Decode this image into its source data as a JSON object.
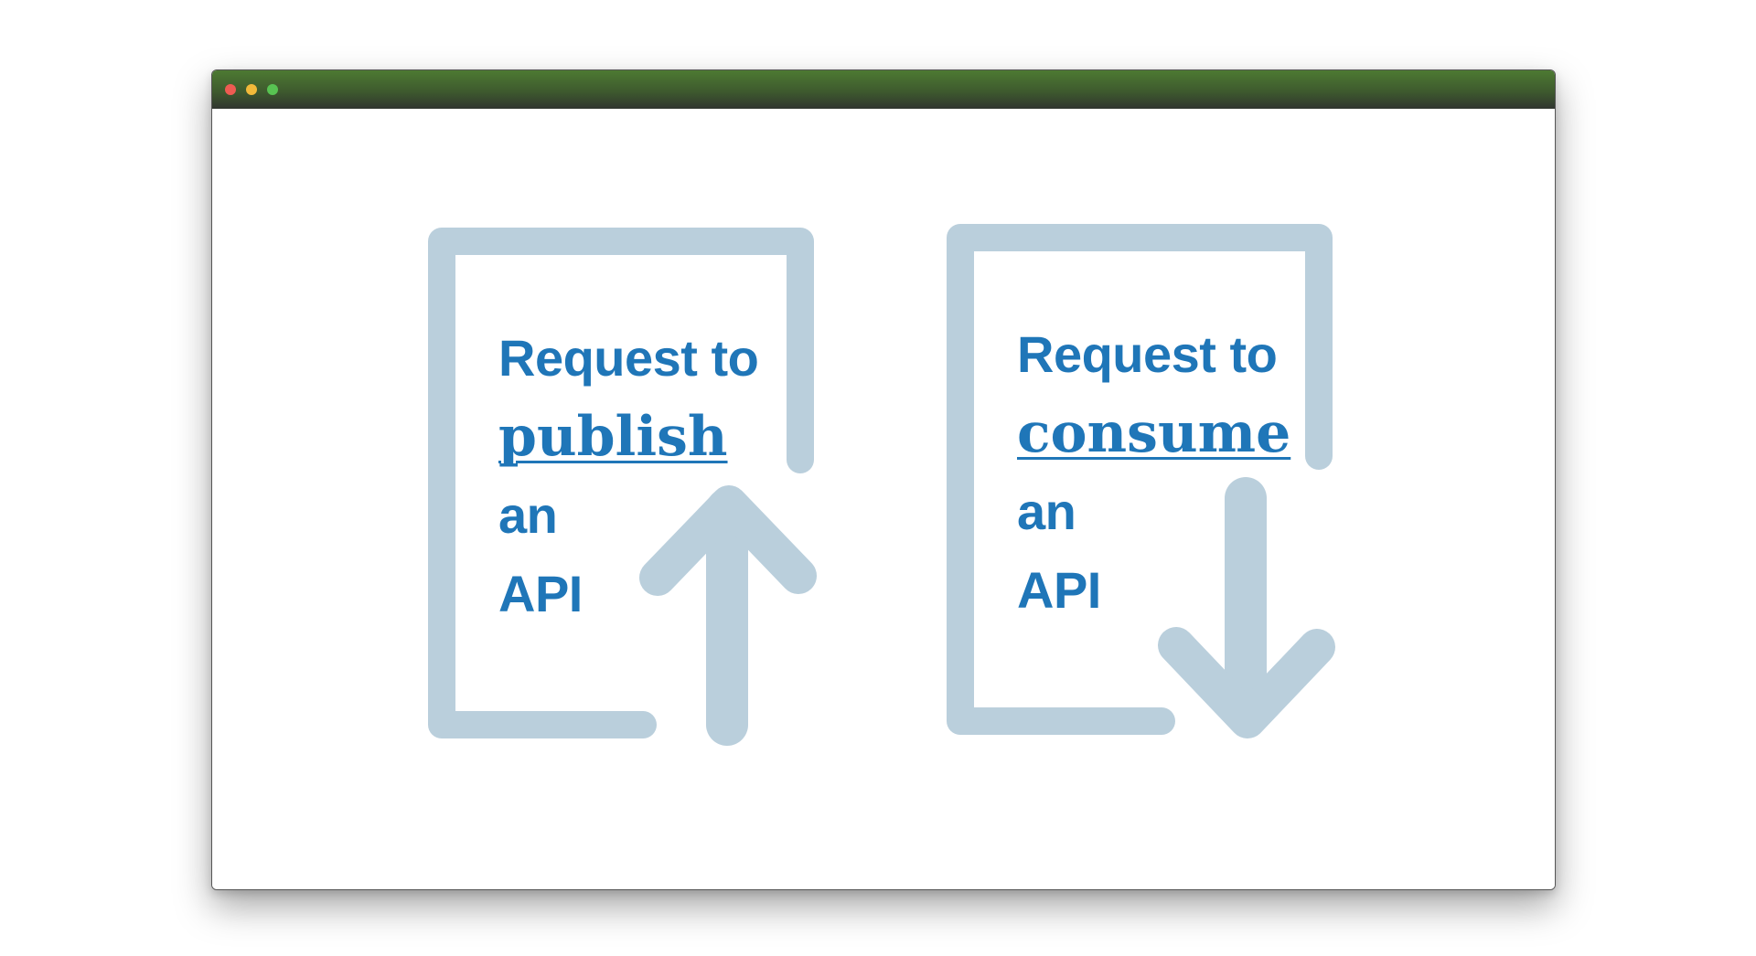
{
  "window": {
    "controls": [
      "close",
      "minimize",
      "maximize"
    ]
  },
  "cards": [
    {
      "line1": "Request to",
      "verb": "publish",
      "line3": "an",
      "line4": "API",
      "arrow": "arrow-up-icon",
      "frame": "document-frame-icon"
    },
    {
      "line1": "Request to",
      "verb": "consume",
      "line3": "an",
      "line4": "API",
      "arrow": "arrow-down-icon",
      "frame": "document-frame-icon"
    }
  ],
  "colors": {
    "text": "#1f76b8",
    "icon": "#bacfdc",
    "titlebar": "#3e5a2e"
  }
}
